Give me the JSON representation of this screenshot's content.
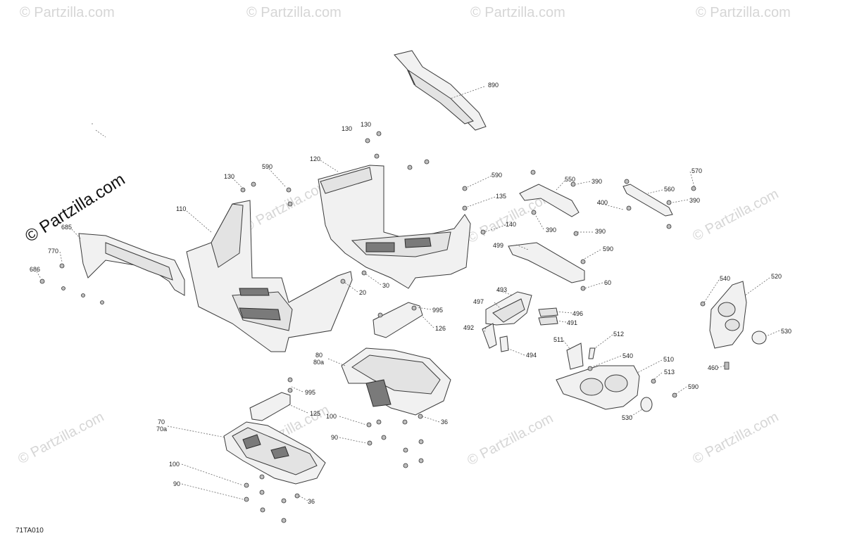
{
  "watermark_main": "© Partzilla.com",
  "watermark_tiles": [
    "© Partzilla.com",
    "© Partzilla.com",
    "© Partzilla.com",
    "© Partzilla.com",
    "© Partzilla.com",
    "© Partzilla.com",
    "© Partzilla.com",
    "© Partzilla.com",
    "© Partzilla.com",
    "© Partzilla.com",
    "© Partzilla.com"
  ],
  "diagram_code": "71TA010",
  "callouts": [
    "890",
    "130",
    "130",
    "120",
    "130",
    "590",
    "110",
    "685",
    "770",
    "686",
    "590",
    "135",
    "140",
    "20",
    "30",
    "995",
    "126",
    "499",
    "550",
    "390",
    "400",
    "390",
    "390",
    "590",
    "60",
    "560",
    "570",
    "390",
    "493",
    "497",
    "496",
    "491",
    "492",
    "494",
    "512",
    "511",
    "540",
    "510",
    "513",
    "590",
    "530",
    "540",
    "520",
    "530",
    "460",
    "80",
    "80a",
    "995",
    "125",
    "100",
    "90",
    "36",
    "70",
    "70a",
    "100",
    "90",
    "36"
  ]
}
